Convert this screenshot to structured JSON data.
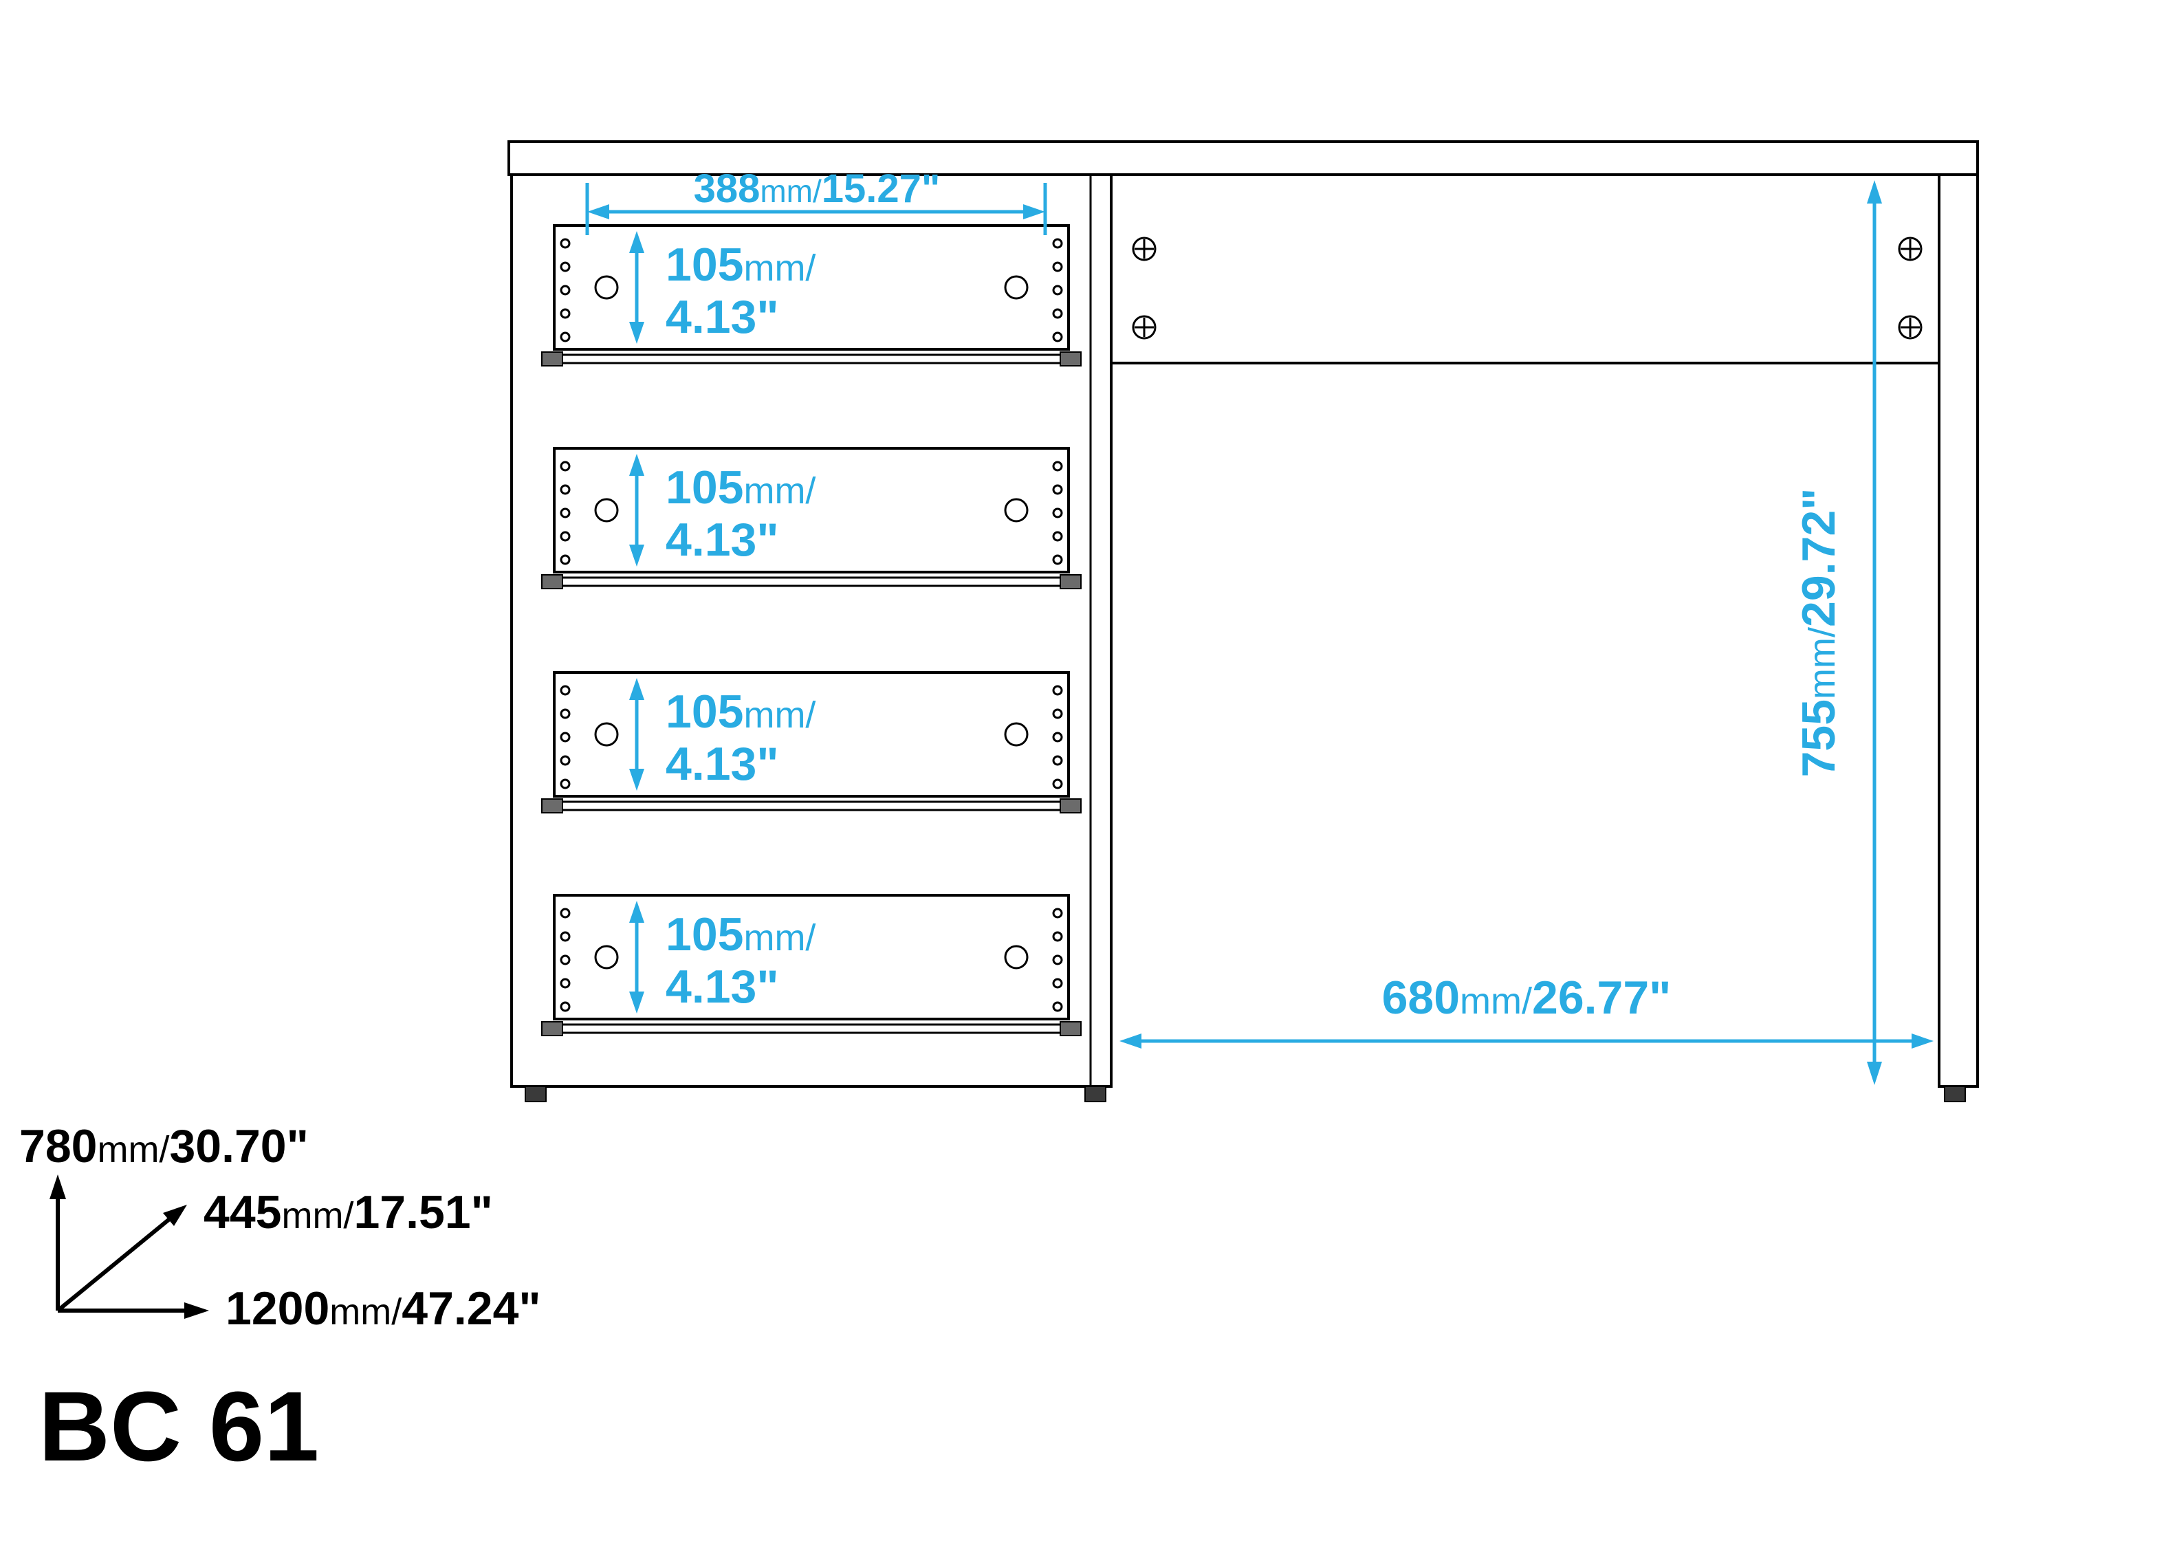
{
  "title": {
    "model": "BC 61"
  },
  "colors": {
    "dimension_accent": "#29ABE2",
    "line": "#000000",
    "background": "#FFFFFF"
  },
  "icons": {
    "fastener": "phillips-screw-icon"
  },
  "dimensions": {
    "drawer_width": {
      "mm": "388",
      "mm_unit": "mm/",
      "inch": "15.27\""
    },
    "drawer_heights": [
      {
        "mm": "105",
        "mm_unit": "mm/",
        "inch": "4.13\""
      },
      {
        "mm": "105",
        "mm_unit": "mm/",
        "inch": "4.13\""
      },
      {
        "mm": "105",
        "mm_unit": "mm/",
        "inch": "4.13\""
      },
      {
        "mm": "105",
        "mm_unit": "mm/",
        "inch": "4.13\""
      }
    ],
    "desk_height": {
      "mm": "755",
      "mm_unit": "mm/",
      "inch": "29.72\""
    },
    "knee_space_width": {
      "mm": "680",
      "mm_unit": "mm/",
      "inch": "26.77\""
    }
  },
  "overall_dimensions": {
    "height": {
      "mm": "780",
      "mm_unit": "mm/",
      "inch": "30.70\""
    },
    "depth": {
      "mm": "445",
      "mm_unit": "mm/",
      "inch": "17.51\""
    },
    "width": {
      "mm": "1200",
      "mm_unit": "mm/",
      "inch": "47.24\""
    }
  }
}
